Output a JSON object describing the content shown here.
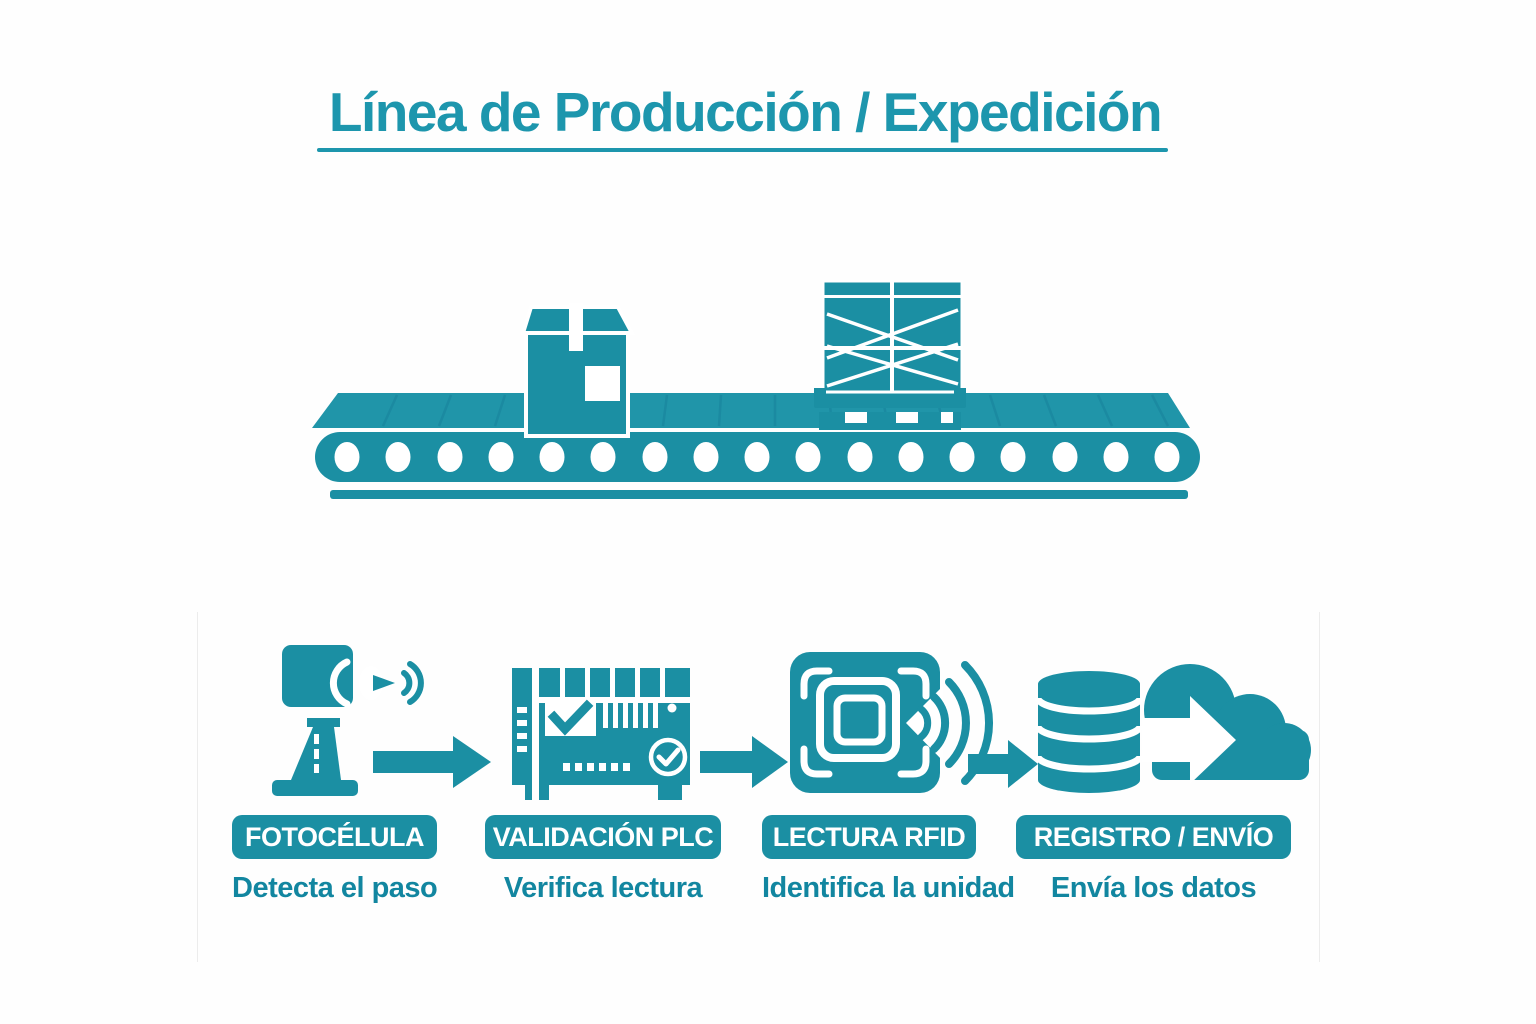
{
  "title": "Línea de Producción / Expedición",
  "colors": {
    "teal": "#1b8fa3",
    "teal_light": "#2095a9",
    "teal_text": "#1286a0",
    "title_color": "#1d96ad"
  },
  "conveyor": {
    "roller_count": 17,
    "items": [
      "box-icon",
      "wrapped-pallet-icon"
    ]
  },
  "steps": [
    {
      "icon": "photocell-icon",
      "label": "FOTOCÉLULA",
      "caption": "Detecta el paso"
    },
    {
      "icon": "plc-icon",
      "label": "VALIDACIÓN PLC",
      "caption": "Verifica lectura"
    },
    {
      "icon": "rfid-icon",
      "label": "LECTURA RFID",
      "caption": "Identifica la unidad"
    },
    {
      "icon": "database-cloud-icon",
      "label": "REGISTRO / ENVÍO",
      "caption": "Envía los datos"
    }
  ]
}
